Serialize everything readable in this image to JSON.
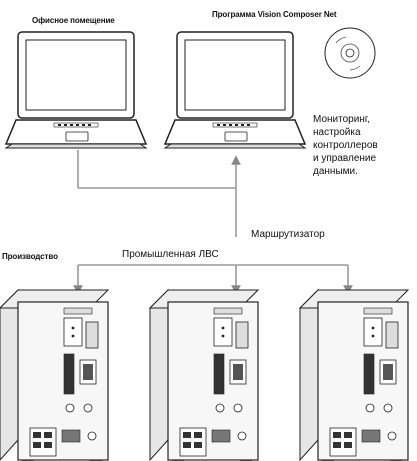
{
  "labels": {
    "office": "Офисное помещение",
    "software": "Программа Vision Composer Net",
    "note_lines": [
      "Мониторинг,",
      "настройка",
      "контроллеров",
      "и управление",
      "данными."
    ],
    "router": "Маршрутизатор",
    "production": "Производство",
    "network": "Промышленная ЛВС"
  },
  "colors": {
    "line": "#9a9a9a",
    "device_body": "#f4f4f4",
    "outline": "#222222"
  },
  "icons": [
    "laptop-icon",
    "cd-disc-icon",
    "controller-device-icon",
    "arrow-icon"
  ]
}
